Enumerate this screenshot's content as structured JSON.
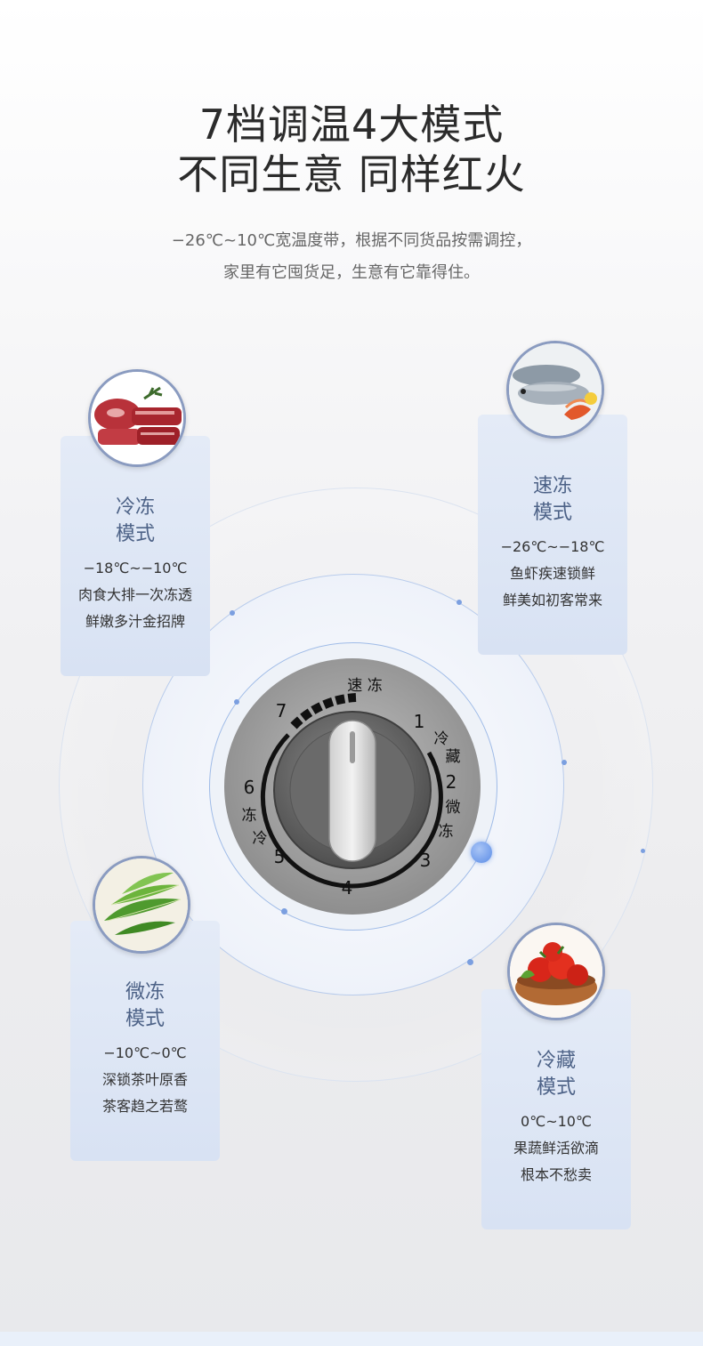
{
  "header": {
    "title_line1": "7档调温4大模式",
    "title_line2": "不同生意  同样红火",
    "subtitle_line1": "−26℃~10℃宽温度带，根据不同货品按需调控，",
    "subtitle_line2": "家里有它囤货足，生意有它靠得住。"
  },
  "dial": {
    "numbers": [
      "1",
      "2",
      "3",
      "4",
      "5",
      "6",
      "7"
    ],
    "label_quick_freeze": "速 冻",
    "label_refrigerate": [
      "冷",
      "藏"
    ],
    "label_micro_freeze": [
      "微",
      "冻"
    ],
    "label_freeze": [
      "冻",
      "冷"
    ]
  },
  "modes": [
    {
      "name_line1": "冷冻",
      "name_line2": "模式",
      "temp": "−18℃~−10℃",
      "desc_line1": "肉食大排一次冻透",
      "desc_line2": "鲜嫩多汁金招牌",
      "icon": "meat-photo"
    },
    {
      "name_line1": "速冻",
      "name_line2": "模式",
      "temp": "−26℃~−18℃",
      "desc_line1": "鱼虾疾速锁鲜",
      "desc_line2": "鲜美如初客常来",
      "icon": "fish-photo"
    },
    {
      "name_line1": "微冻",
      "name_line2": "模式",
      "temp": "−10℃~0℃",
      "desc_line1": "深锁茶叶原香",
      "desc_line2": "茶客趋之若鹜",
      "icon": "leaf-photo"
    },
    {
      "name_line1": "冷藏",
      "name_line2": "模式",
      "temp": "0℃~10℃",
      "desc_line1": "果蔬鲜活欲滴",
      "desc_line2": "根本不愁卖",
      "icon": "tomato-photo"
    }
  ],
  "colors": {
    "card_title": "#4d6287",
    "ring_accent": "#9fbbe7",
    "dot": "#7b9fe0"
  }
}
